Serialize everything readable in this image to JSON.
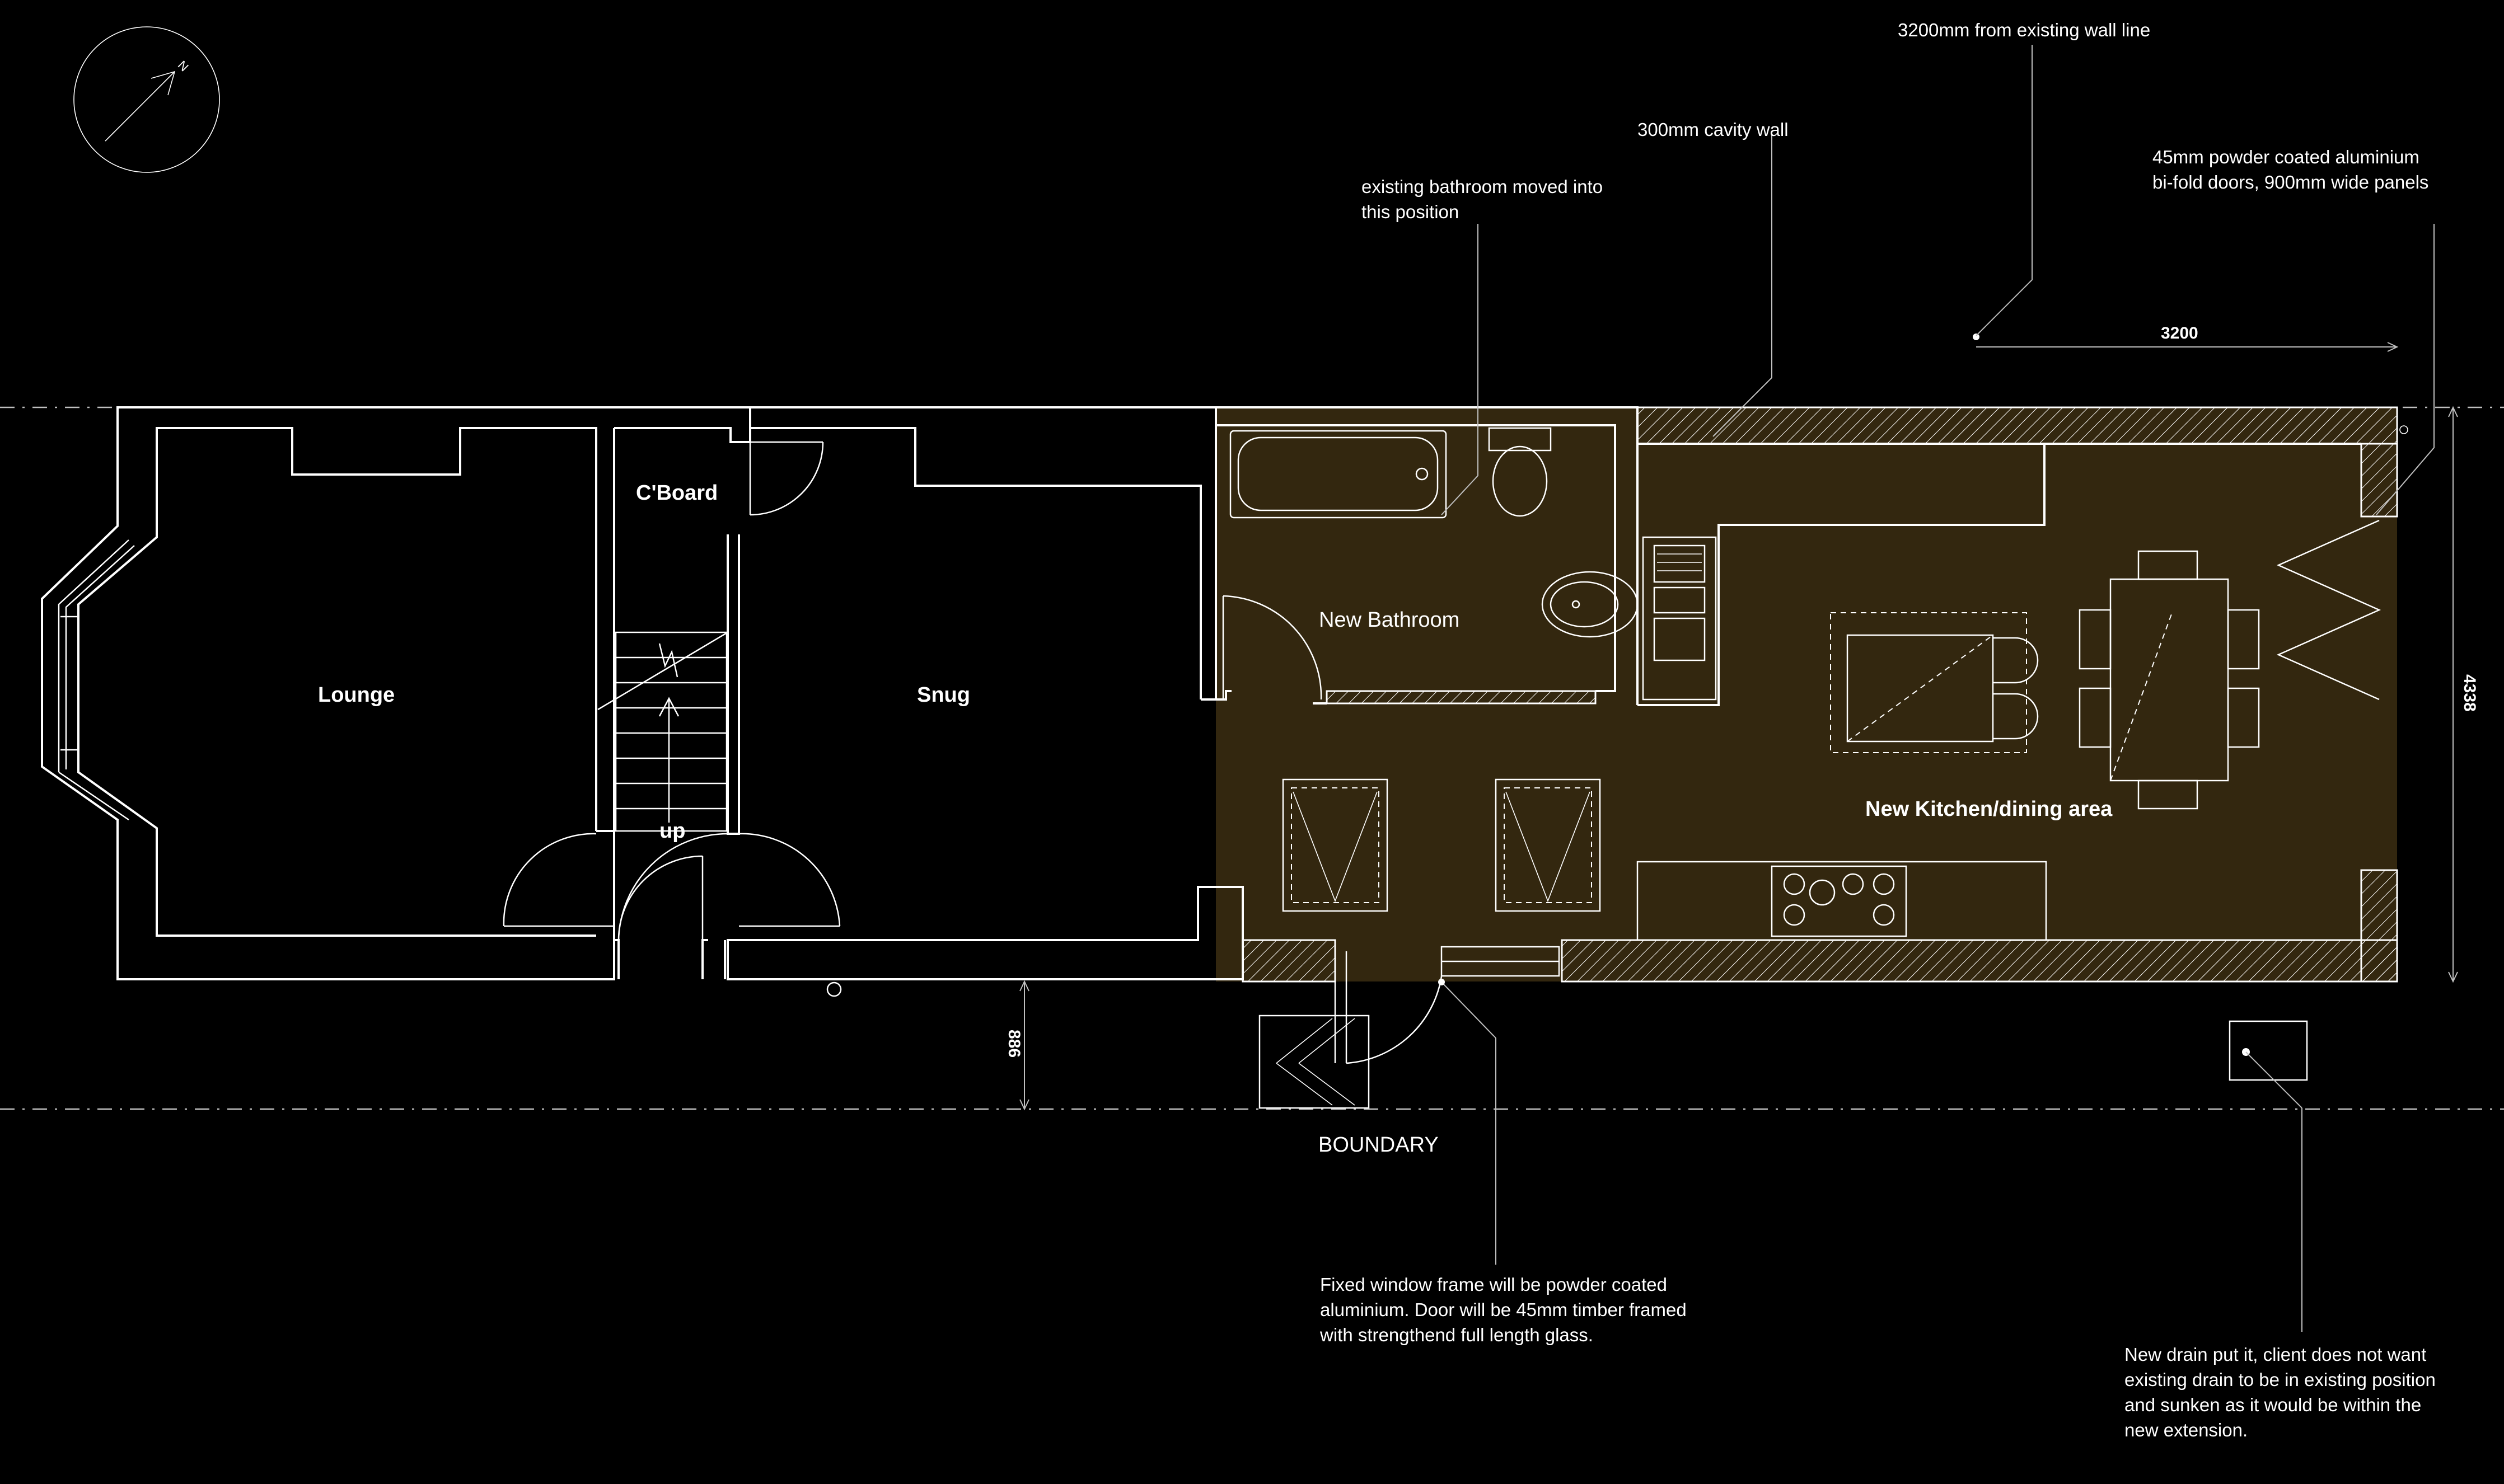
{
  "colors": {
    "background": "#000000",
    "linework": "#ffffff",
    "extension_fill": "#33270f",
    "leader": "#bfbfbf"
  },
  "icons": {
    "north": "north-arrow-icon"
  },
  "compass": {
    "letter": "N"
  },
  "rooms": {
    "lounge": "Lounge",
    "cboard": "C'Board",
    "snug": "Snug",
    "stairs_up": "up",
    "bathroom": "New Bathroom",
    "kitchen": "New Kitchen/dining area"
  },
  "labels": {
    "boundary": "BOUNDARY"
  },
  "dimensions": {
    "extension_length": "3200",
    "extension_width": "4338",
    "side_gap": "886"
  },
  "notes": {
    "wall_line": [
      "3200mm from existing wall line"
    ],
    "cavity_wall": [
      "300mm cavity wall"
    ],
    "bathroom_moved": [
      "existing bathroom moved into",
      "this position"
    ],
    "bifold": [
      "45mm powder coated aluminium",
      "bi-fold doors, 900mm wide panels"
    ],
    "window_frame": [
      "Fixed window frame will be powder coated",
      "aluminium. Door will be 45mm timber framed",
      "with strengthend full length glass."
    ],
    "drain": [
      "New drain put it, client does not want",
      "existing drain to be in existing position",
      "and sunken as it would be within the",
      "new extension."
    ]
  }
}
